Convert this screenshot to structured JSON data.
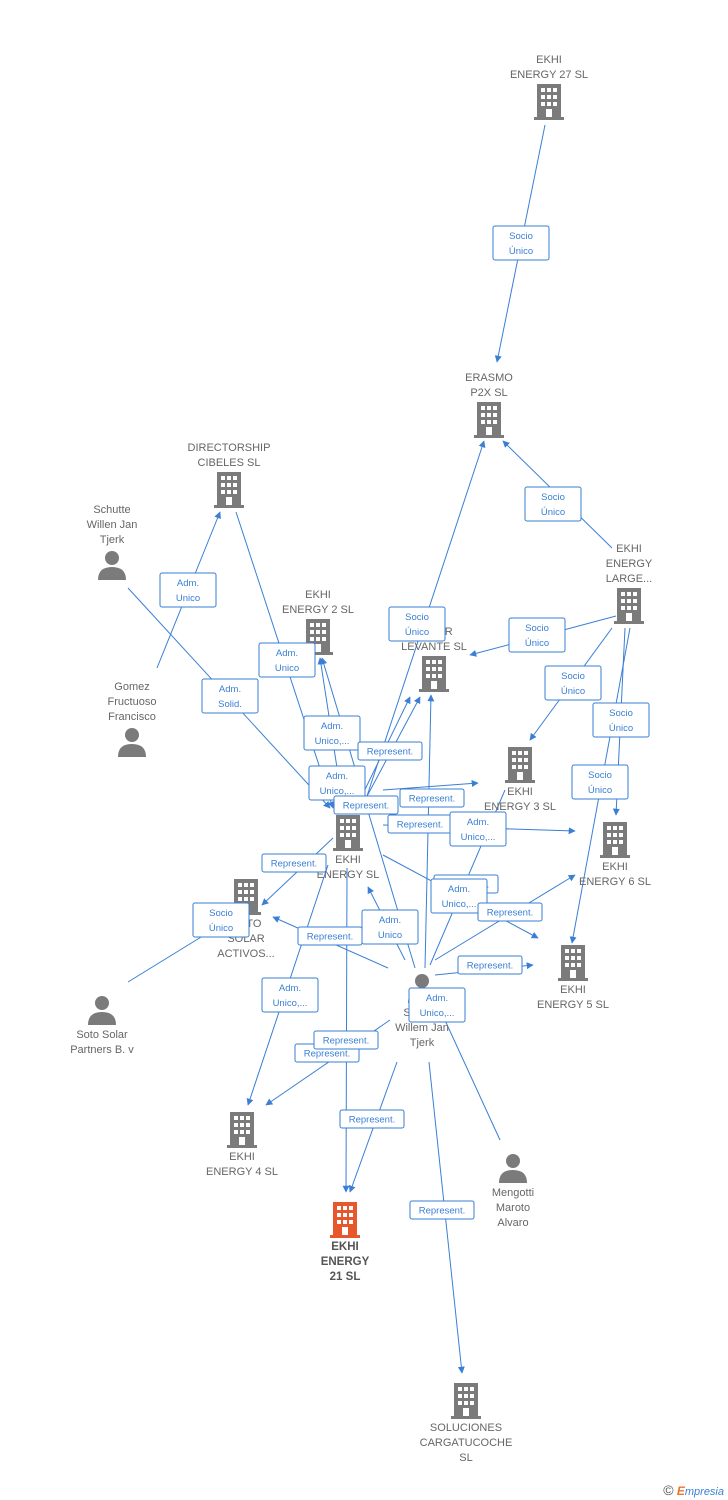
{
  "colors": {
    "edge": "#3a7fd5",
    "node": "#7b7b7b",
    "highlight": "#e8562c"
  },
  "nodes": [
    {
      "id": "ekhi27",
      "type": "building",
      "label": [
        "EKHI",
        "ENERGY 27  SL"
      ],
      "label_pos": "above"
    },
    {
      "id": "erasmo",
      "type": "building",
      "label": [
        "ERASMO",
        "P2X  SL"
      ],
      "label_pos": "above"
    },
    {
      "id": "directorship",
      "type": "building",
      "label": [
        "DIRECTORSHIP",
        "CIBELES SL"
      ],
      "label_pos": "above"
    },
    {
      "id": "schutte_top",
      "type": "person",
      "label": [
        "Schutte",
        "Willen Jan",
        "Tjerk"
      ],
      "label_pos": "above"
    },
    {
      "id": "ekhi2",
      "type": "building",
      "label": [
        "EKHI",
        "ENERGY 2  SL"
      ],
      "label_pos": "above"
    },
    {
      "id": "solar_levante",
      "type": "building",
      "label": [
        "SOLAR",
        "LEVANTE  SL"
      ],
      "label_pos": "above"
    },
    {
      "id": "ekhi_large",
      "type": "building",
      "label": [
        "EKHI",
        "ENERGY",
        "LARGE..."
      ],
      "label_pos": "above"
    },
    {
      "id": "gomez",
      "type": "person",
      "label": [
        "Gomez",
        "Fructuoso",
        "Francisco"
      ],
      "label_pos": "above"
    },
    {
      "id": "ekhi3",
      "type": "building",
      "label": [
        "EKHI",
        "ENERGY 3  SL"
      ],
      "label_pos": "below"
    },
    {
      "id": "ekhi",
      "type": "building",
      "label": [
        "EKHI",
        "ENERGY  SL"
      ],
      "label_pos": "below"
    },
    {
      "id": "ekhi6",
      "type": "building",
      "label": [
        "EKHI",
        "ENERGY 6  SL"
      ],
      "label_pos": "below"
    },
    {
      "id": "soto_activos",
      "type": "building",
      "label": [
        "SOTO",
        "SOLAR",
        "ACTIVOS..."
      ],
      "label_pos": "below"
    },
    {
      "id": "ekhi5",
      "type": "building",
      "label": [
        "EKHI",
        "ENERGY 5  SL"
      ],
      "label_pos": "below"
    },
    {
      "id": "schutte_center",
      "type": "person",
      "label": [
        "Schutte",
        "Willem Jan",
        "Tjerk"
      ],
      "label_pos": "below"
    },
    {
      "id": "soto_partners",
      "type": "person",
      "label": [
        "Soto Solar",
        "Partners B. v"
      ],
      "label_pos": "below"
    },
    {
      "id": "ekhi4",
      "type": "building",
      "label": [
        "EKHI",
        "ENERGY 4  SL"
      ],
      "label_pos": "below"
    },
    {
      "id": "mengotti",
      "type": "person",
      "label": [
        "Mengotti",
        "Maroto",
        "Alvaro"
      ],
      "label_pos": "below"
    },
    {
      "id": "ekhi21",
      "type": "building",
      "label": [
        "EKHI",
        "ENERGY",
        "21  SL"
      ],
      "label_pos": "below",
      "main": true
    },
    {
      "id": "soluciones",
      "type": "building",
      "label": [
        "SOLUCIONES",
        "CARGATUCOCHE",
        "SL"
      ],
      "label_pos": "below"
    }
  ],
  "relations": [
    [
      "Socio",
      "Único"
    ],
    [
      "Socio",
      "Único"
    ],
    [
      "Adm.",
      "Unico"
    ],
    [
      "Adm.",
      "Solid."
    ],
    [
      "Adm.",
      "Unico"
    ],
    [
      "Socio",
      "Único"
    ],
    [
      "Socio",
      "Único"
    ],
    [
      "Socio",
      "Único"
    ],
    [
      "Socio",
      "Único"
    ],
    [
      "Adm.",
      "Unico,..."
    ],
    [
      "Socio",
      "Único"
    ],
    [
      "Represent."
    ],
    [
      "Adm.",
      "Unico,..."
    ],
    [
      "Represent."
    ],
    [
      "Adm.",
      "Unico,..."
    ],
    [
      "Represent."
    ],
    [
      "Adm.",
      "Unico,..."
    ],
    [
      "Adm.",
      "Unico,..."
    ],
    [
      "Represent."
    ],
    [
      "Adm.",
      "Unico,..."
    ],
    [
      "Socio",
      "Único"
    ],
    [
      "Adm.",
      "Unico"
    ],
    [
      "Represent."
    ],
    [
      "Represent."
    ],
    [
      "Adm.",
      "Unico,..."
    ],
    [
      "Represent."
    ],
    [
      "Represent."
    ],
    [
      "Adm.",
      "Unico,..."
    ],
    [
      "Represent."
    ],
    [
      "Represent."
    ]
  ],
  "footer": {
    "copyright": "©",
    "brand_first": "E",
    "brand_rest": "mpresia"
  }
}
